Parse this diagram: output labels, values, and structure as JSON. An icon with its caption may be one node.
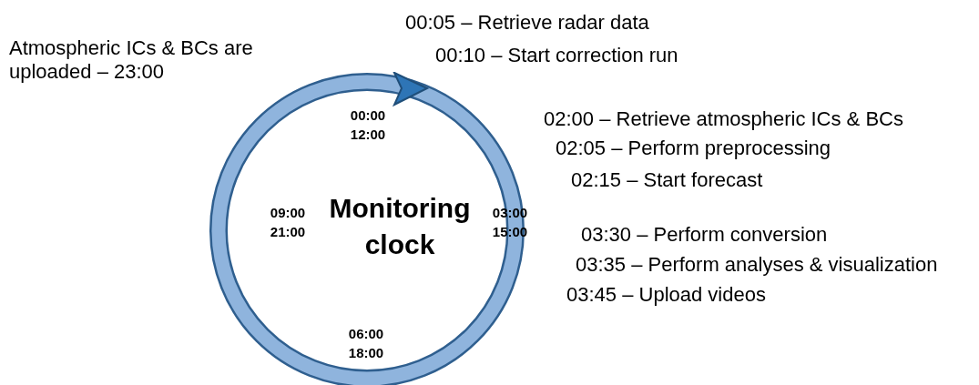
{
  "diagram": {
    "nodes": [
      {
        "text": [
          "Monitoring clock"
        ]
      }
    ],
    "labels": [
      "00:05 – Retrieve radar data",
      "Atmospheric ICs & BCs are uploaded – 23:00",
      "00:10 – Start correction run",
      "00:00 12:00",
      "02:00 – Retrieve atmospheric ICs & BCs",
      "02:05 – Perform preprocessing",
      "02:15 – Start forecast",
      "09:00 21:00",
      "03:00 15:00",
      "03:30 – Perform conversion",
      "03:35 – Perform analyses & visualization",
      "03:45 – Upload videos",
      "06:00 18:00"
    ]
  }
}
